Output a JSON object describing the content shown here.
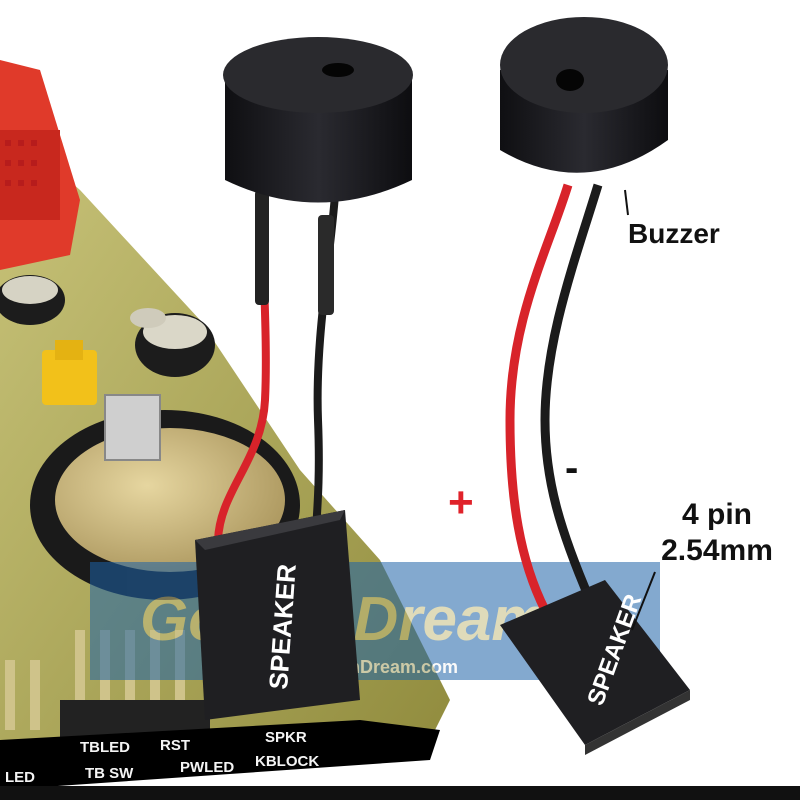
{
  "labels": {
    "buzzer": "Buzzer",
    "pin_line1": "4 pin",
    "pin_line2": "2.54mm",
    "plus": "+",
    "minus": "-"
  },
  "connector_text": {
    "left": "SPEAKER",
    "right": "SPEAKER"
  },
  "board_silkscreen": {
    "row1": [
      "TBLED",
      "RST",
      "SPKR"
    ],
    "row2": [
      "LED",
      "TB SW",
      "PWLED",
      "KBLOCK"
    ]
  },
  "watermark": {
    "brand": "GoldenDream",
    "url": "www.TokoGoldenDream.com"
  },
  "colors": {
    "board": "#a8a04a",
    "buzzer_body": "#1a1a1e",
    "wire_red": "#d8232a",
    "wire_black": "#1b1b1b",
    "plus": "#e0222a"
  }
}
